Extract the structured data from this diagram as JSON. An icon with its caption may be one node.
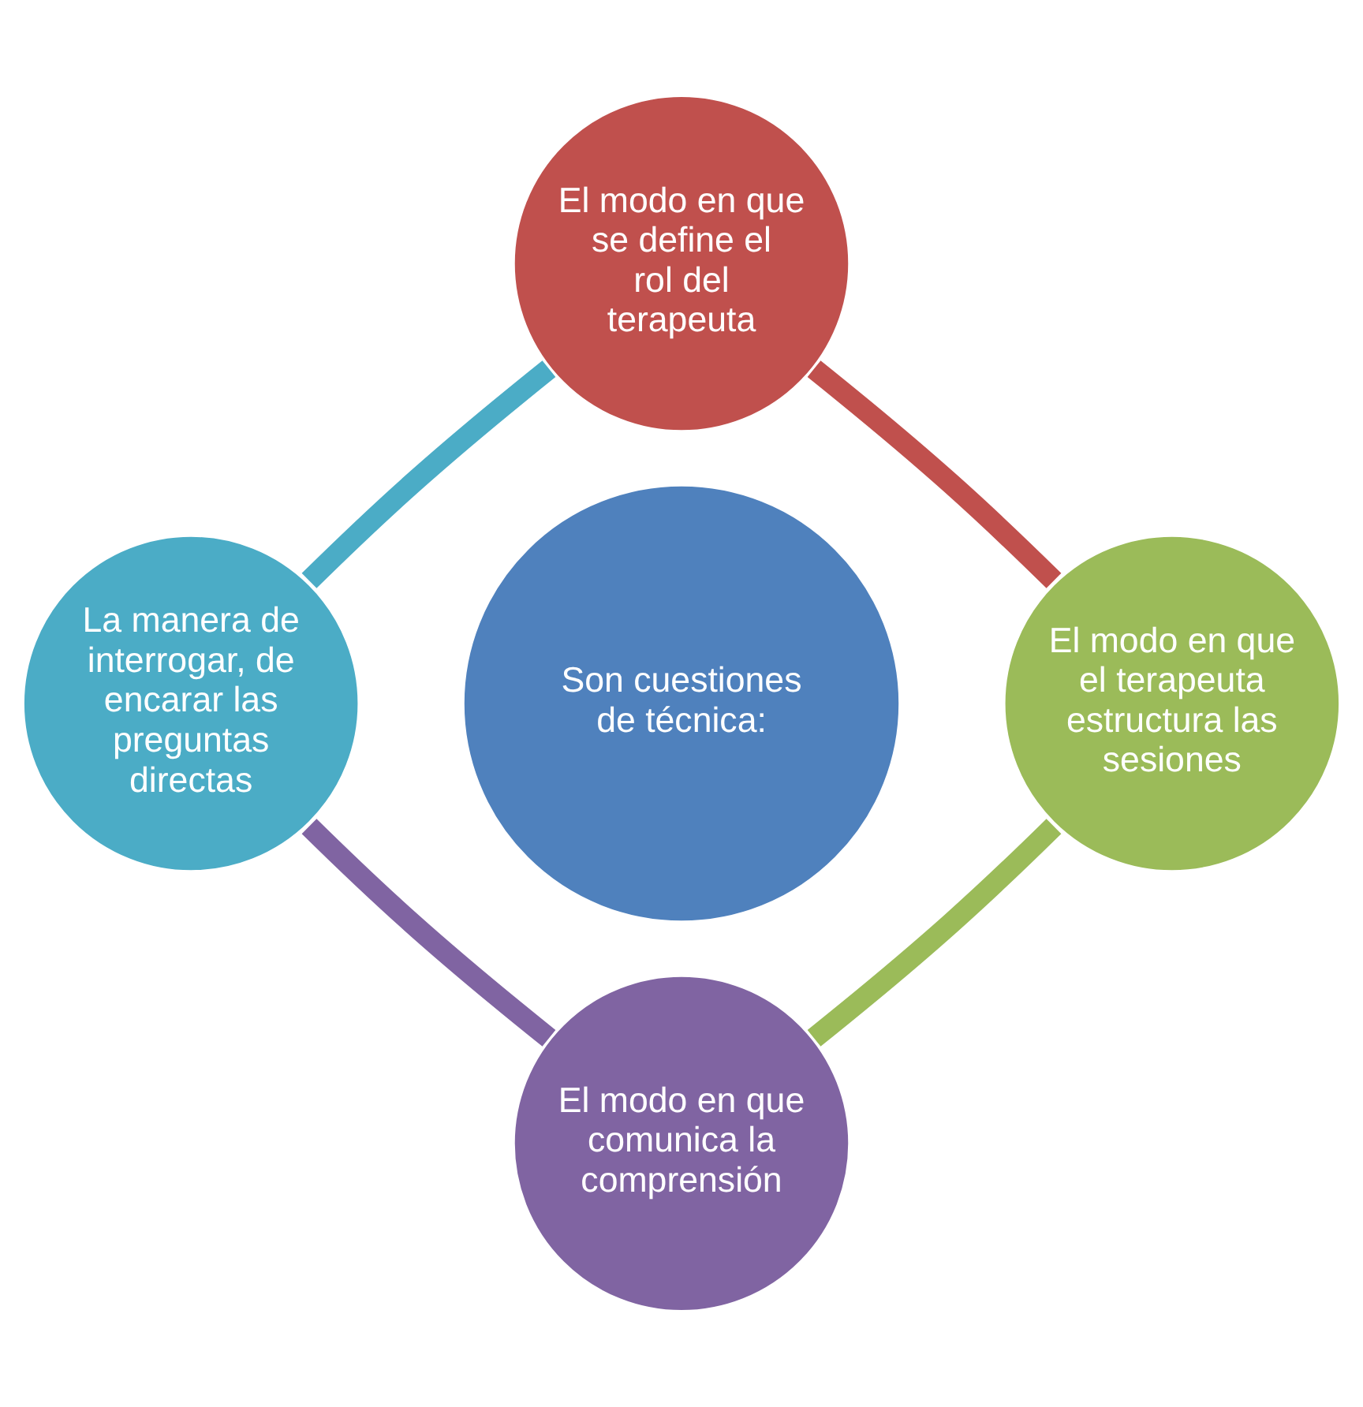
{
  "diagram": {
    "nodes": [
      {
        "text": [
          "Son cuestiones de técnica:"
        ]
      },
      {
        "text": [
          "El modo en que se define el rol del terapeuta"
        ]
      },
      {
        "text": [
          "El modo en que el terapeuta estructura las sesiones"
        ]
      },
      {
        "text": [
          "El modo en que comunica la comprensión"
        ]
      },
      {
        "text": [
          "La manera de interrogar, de encarar las preguntas directas"
        ]
      }
    ],
    "edges": [
      {
        "from": 1,
        "to": 2,
        "arrow": "none",
        "color": "#c0504d"
      },
      {
        "from": 2,
        "to": 3,
        "arrow": "none",
        "color": "#9bbb59"
      },
      {
        "from": 3,
        "to": 4,
        "arrow": "none",
        "color": "#8064a2"
      },
      {
        "from": 4,
        "to": 1,
        "arrow": "none",
        "color": "#4bacc6"
      }
    ]
  }
}
